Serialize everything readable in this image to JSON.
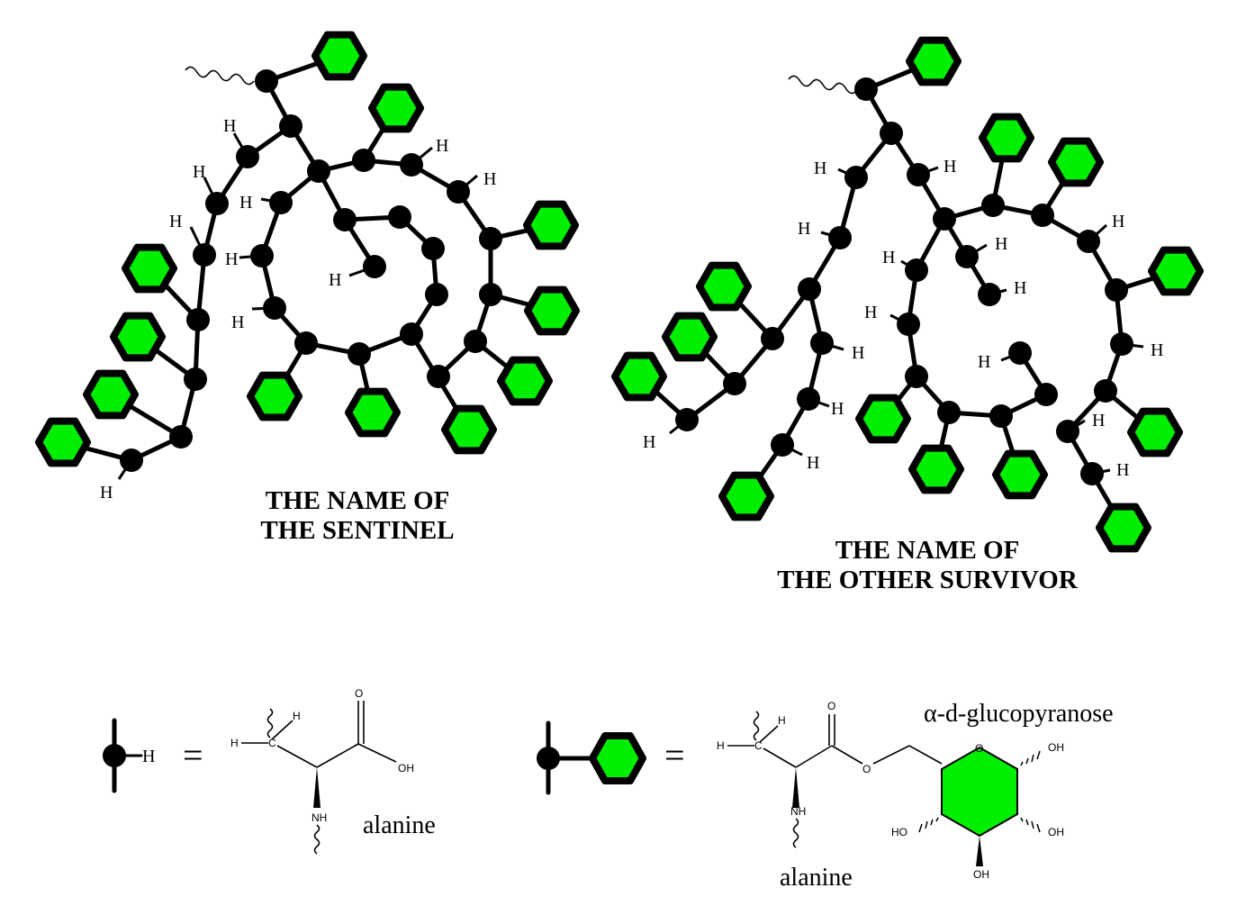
{
  "diagram_1": {
    "title_line1": "THE NAME OF",
    "title_line2": "THE SENTINEL"
  },
  "diagram_2": {
    "title_line1": "THE NAME OF",
    "title_line2": "THE OTHER SURVIVOR"
  },
  "atom_label": "H",
  "legend": {
    "equals": "=",
    "alanine_label": "alanine",
    "glucose_label": "α-d-glucopyranose",
    "atoms": {
      "H": "H",
      "C": "C",
      "O": "O",
      "OH": "OH",
      "HO": "HO",
      "NH": "NH"
    }
  },
  "colors": {
    "hexagon_fill": "#00ee00",
    "ink": "#000000"
  }
}
